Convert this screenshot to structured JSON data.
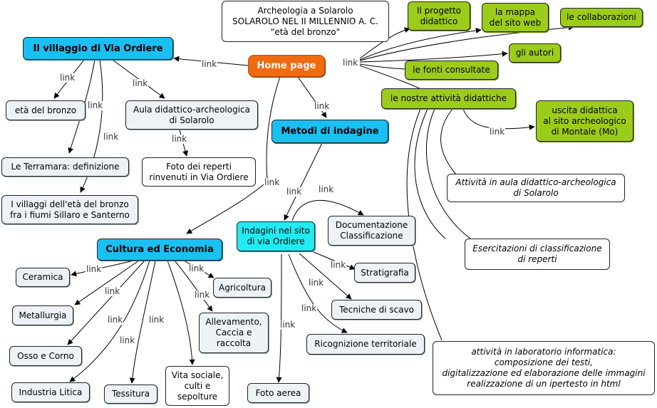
{
  "nodes": {
    "title": "Archeologia a Solarolo\nSOLAROLO NEL II MILLENNIO A. C.\n\"età del bronzo\"",
    "home": "Home page",
    "villaggio": "Il villaggio di Via Ordiere",
    "eta_bronzo": "età del bronzo",
    "terramara": "Le Terramara: definizione",
    "villaggi_eta": "I villaggi dell'età del bronzo\nfra i fiumi Sillaro e Santerno",
    "aula": "Aula didattico-archeologica\ndi Solarolo",
    "foto_reperti": "Foto dei reperti\nrinvenuti in Via Ordiere",
    "metodi": "Metodi di indagine",
    "indagini": "Indagini nel sito\ndi via Ordiere",
    "documentazione": "Documentazione\nClassificazione",
    "stratigrafia": "Stratigrafia",
    "tecniche": "Tecniche di scavo",
    "ricognizione": "Ricognizione territoriale",
    "foto_aerea": "Foto aerea",
    "cultura": "Cultura ed Economia",
    "ceramica": "Ceramica",
    "metallurgia": "Metallurgia",
    "osso": "Osso e Corno",
    "industria": "Industria Litica",
    "tessitura": "Tessitura",
    "vita": "Vita sociale,\nculti e\nsepolture",
    "allevamento": "Allevamento,\nCaccia e\nraccolta",
    "agricoltura": "Agricoltura",
    "progetto": "Il  progetto\ndidattico",
    "mappa": "la mappa\ndel sito web",
    "collaborazioni": "le collaborazioni",
    "autori": "gli autori",
    "fonti": "le fonti consultate",
    "attivita": "le nostre attività didattiche",
    "uscita": "uscita didattica\nal sito archeologico\ndi Montale (Mo)",
    "att_aula": "Attività in aula didattico-archeologica\ndi Solarolo",
    "esercitazioni": "Esercitazioni di classificazione\ndi reperti",
    "laboratorio": "attività in laboratorio informatica:\ncomposizione dei testi,\ndigitalizzazione ed elaborazione delle immagini\nrealizzazione di un ipertesto in html"
  },
  "link_label": "link",
  "colors": {
    "green": "#9ccc1a",
    "blue": "#1ac0f2",
    "cyan": "#22eaf2",
    "orange": "#f06a10",
    "grey": "#edf2f6"
  }
}
